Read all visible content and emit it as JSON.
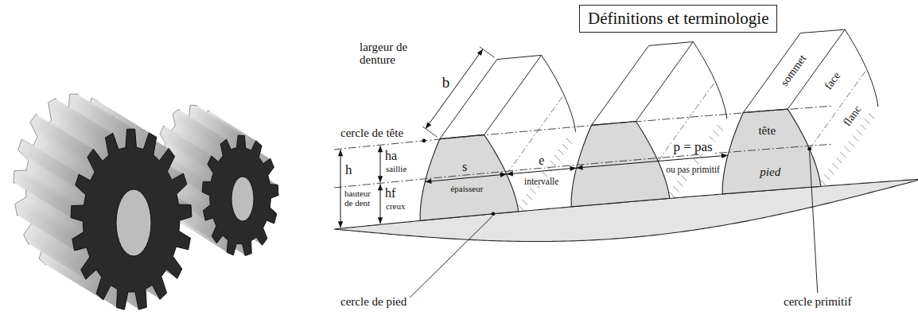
{
  "diagram": {
    "title": "Définitions et terminologie",
    "labels": [
      "largeur de denture",
      "b",
      "cercle de tête",
      "ha",
      "saillie",
      "h",
      "hauteur de dent",
      "hf",
      "creux",
      "s",
      "épaisseur",
      "e",
      "intervalle",
      "p = pas",
      "ou pas primitif",
      "sommet",
      "face",
      "tête",
      "flanc",
      "pied",
      "cercle de pied",
      "cercle primitif"
    ]
  }
}
